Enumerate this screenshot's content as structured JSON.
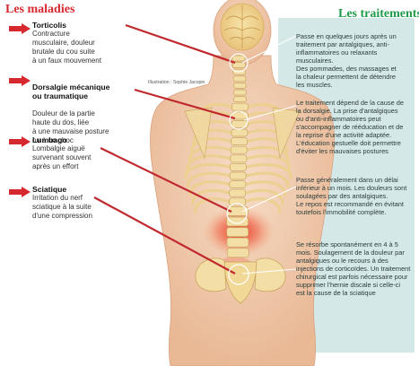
{
  "titles": {
    "left": "Les maladies",
    "right": "Les traitements"
  },
  "credit": "Illustration : Sophie Jacopin",
  "colors": {
    "disease_red": "#d7282f",
    "treatment_green": "#1f9c4a",
    "panel_bg": "#d5e8e8",
    "skin": "#f1cdb2",
    "bone": "#f3dea6",
    "inflammation": "#e8281c"
  },
  "conditions": [
    {
      "icon": "red-arrow-icon",
      "name": "Torticolis",
      "description": "Contracture\nmusculaire, douleur\nbrutale du cou suite\nà un faux mouvement"
    },
    {
      "icon": "red-arrow-icon",
      "name": "Dorsalgie mécanique\nou traumatique",
      "description": "Douleur de la partie\nhaute du dos, liée\nà une mauvaise posture\nou à un choc"
    },
    {
      "icon": "red-arrow-icon",
      "name": "Lumbago",
      "description": "Lombalgie aiguë\nsurvenant souvent\naprès un effort"
    },
    {
      "icon": "red-arrow-icon",
      "name": "Sciatique",
      "description": "Irritation du nerf\nsciatique à la suite\nd'une compression"
    }
  ],
  "treatments": [
    {
      "text": "Passe en quelques jours après un\ntraitement par antalgiques, anti-\ninflammatoires ou relaxants musculaires.\nDes pommades, des massages et\nla chaleur permettent de détendre\nles muscles."
    },
    {
      "text": "Le traitement dépend de la cause de\nla dorsalgie. La prise d'antalgiques\nou d'anti-inflammatoires peut\ns'accompagner de rééducation et de\nla reprise d'une activité adaptée.\nL'éducation gestuelle doit permettre\nd'éviter les mauvaises postures"
    },
    {
      "text": "Passe généralement dans un délai\ninférieur à un mois. Les douleurs sont\nsoulagées par des antalgiques.\nLe repos est recommandé en évitant\ntoutefois l'immobilité complète."
    },
    {
      "text": "Se résorbe spontanément en 4 à 5\nmois. Soulagement de la douleur par\nantalgiques ou le recours à des\ninjections de corticoïdes. Un traitement\nchirurgical est parfois nécessaire pour\nsupprimer l'hernie discale si celle-ci\nest la cause de la sciatique"
    }
  ]
}
